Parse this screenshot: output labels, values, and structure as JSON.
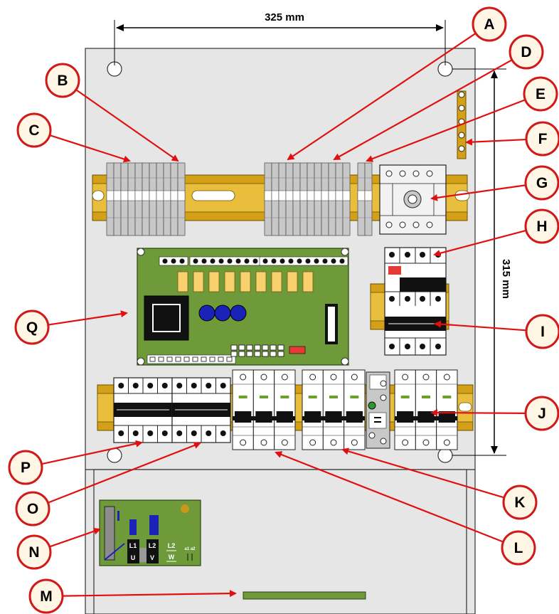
{
  "dimensions": {
    "width_label": "325 mm",
    "height_label": "315 mm"
  },
  "callouts": [
    {
      "id": "A",
      "letter": "A"
    },
    {
      "id": "B",
      "letter": "B"
    },
    {
      "id": "C",
      "letter": "C"
    },
    {
      "id": "D",
      "letter": "D"
    },
    {
      "id": "E",
      "letter": "E"
    },
    {
      "id": "F",
      "letter": "F"
    },
    {
      "id": "G",
      "letter": "G"
    },
    {
      "id": "H",
      "letter": "H"
    },
    {
      "id": "I",
      "letter": "I"
    },
    {
      "id": "J",
      "letter": "J"
    },
    {
      "id": "K",
      "letter": "K"
    },
    {
      "id": "L",
      "letter": "L"
    },
    {
      "id": "M",
      "letter": "M"
    },
    {
      "id": "N",
      "letter": "N"
    },
    {
      "id": "O",
      "letter": "O"
    },
    {
      "id": "P",
      "letter": "P"
    },
    {
      "id": "Q",
      "letter": "Q"
    }
  ],
  "terminal_labels": {
    "l1": "L1",
    "u": "U",
    "l2": "L2",
    "v": "V",
    "l2w": "L2",
    "w": "W",
    "a1a2": "a1 a2"
  },
  "colors": {
    "panel": "#E6E6E6",
    "rail": "#D4A017",
    "pcb": "#6E9A3A",
    "callout_fill": "#FFF6E6",
    "callout_stroke": "#D01A1A",
    "arrow": "#E01010",
    "terminal": "#C8C8C8"
  }
}
